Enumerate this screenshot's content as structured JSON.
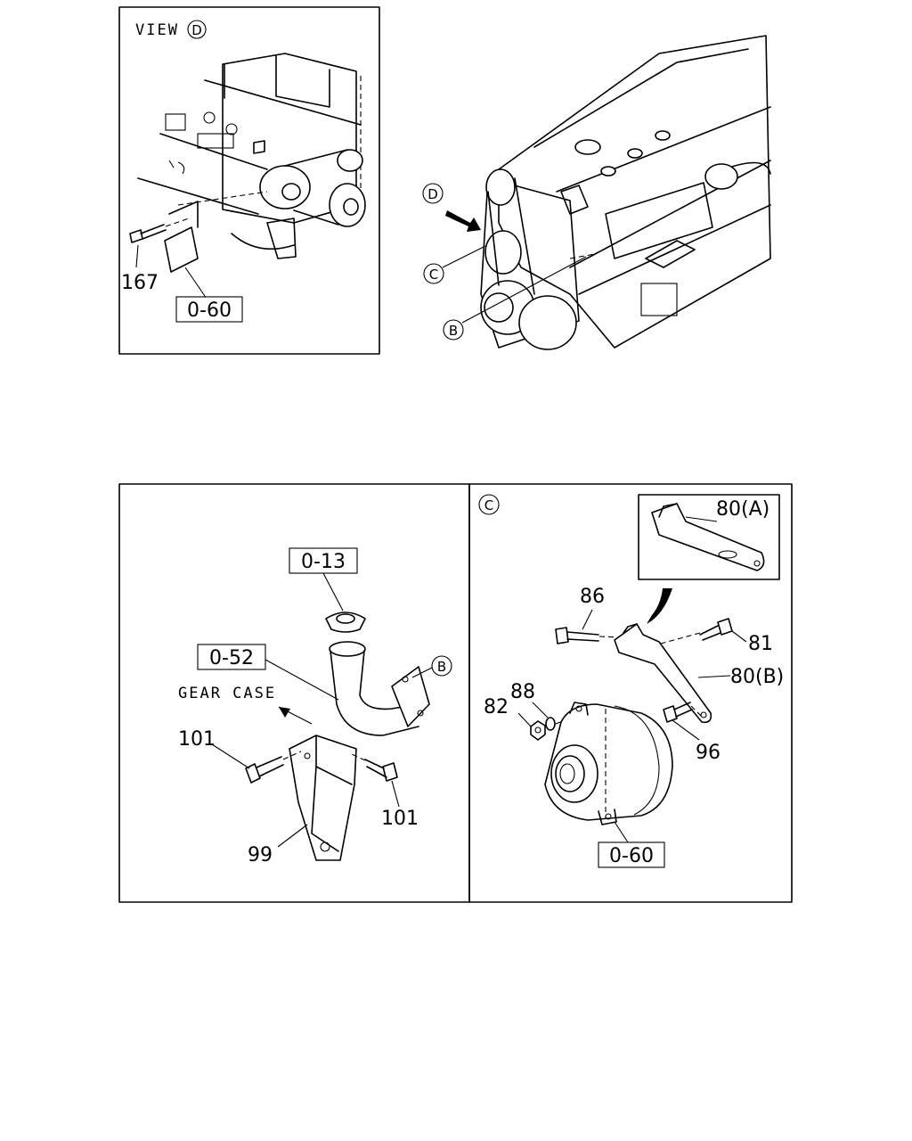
{
  "view_d": {
    "title": "VIEW",
    "title_circle": "D",
    "part_167": "167",
    "ref_060": "0-60"
  },
  "engine_overview": {
    "circle_d": "D",
    "circle_c": "C",
    "circle_b": "B"
  },
  "panel_b": {
    "ref_013": "0-13",
    "ref_052": "0-52",
    "gear_case": "GEAR CASE",
    "circle_b": "B",
    "part_101_left": "101",
    "part_101_right": "101",
    "part_99": "99"
  },
  "panel_c": {
    "circle_c": "C",
    "part_80a": "80(A)",
    "part_86": "86",
    "part_81": "81",
    "part_80b": "80(B)",
    "part_82": "82",
    "part_88": "88",
    "part_96": "96",
    "ref_060": "0-60"
  }
}
